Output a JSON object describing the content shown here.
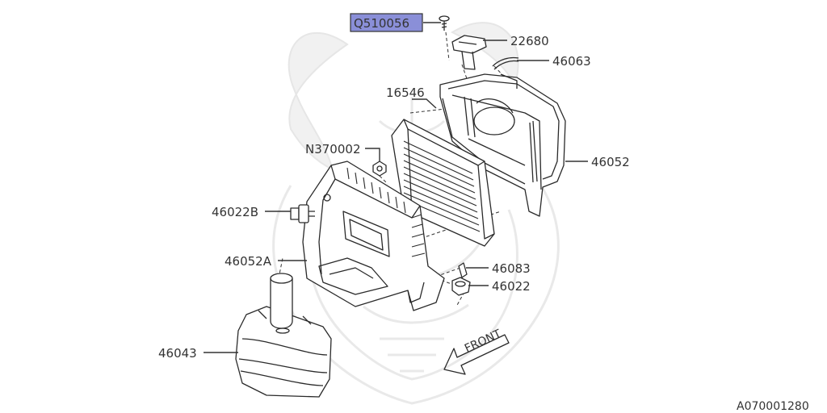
{
  "labels": {
    "bolt": "Q510056",
    "sensor": "22680",
    "clip": "46063",
    "filter": "16546",
    "nut": "N370002",
    "upper_case": "46052",
    "grommet_b": "46022B",
    "lower_case": "46052A",
    "pin": "46083",
    "grommet": "46022",
    "resonator": "46043"
  },
  "front_text": "FRONT",
  "diagram_code": "A070001280",
  "colors": {
    "highlight": "#8a8fd8",
    "line": "#333333",
    "watermark": "#ececec"
  }
}
